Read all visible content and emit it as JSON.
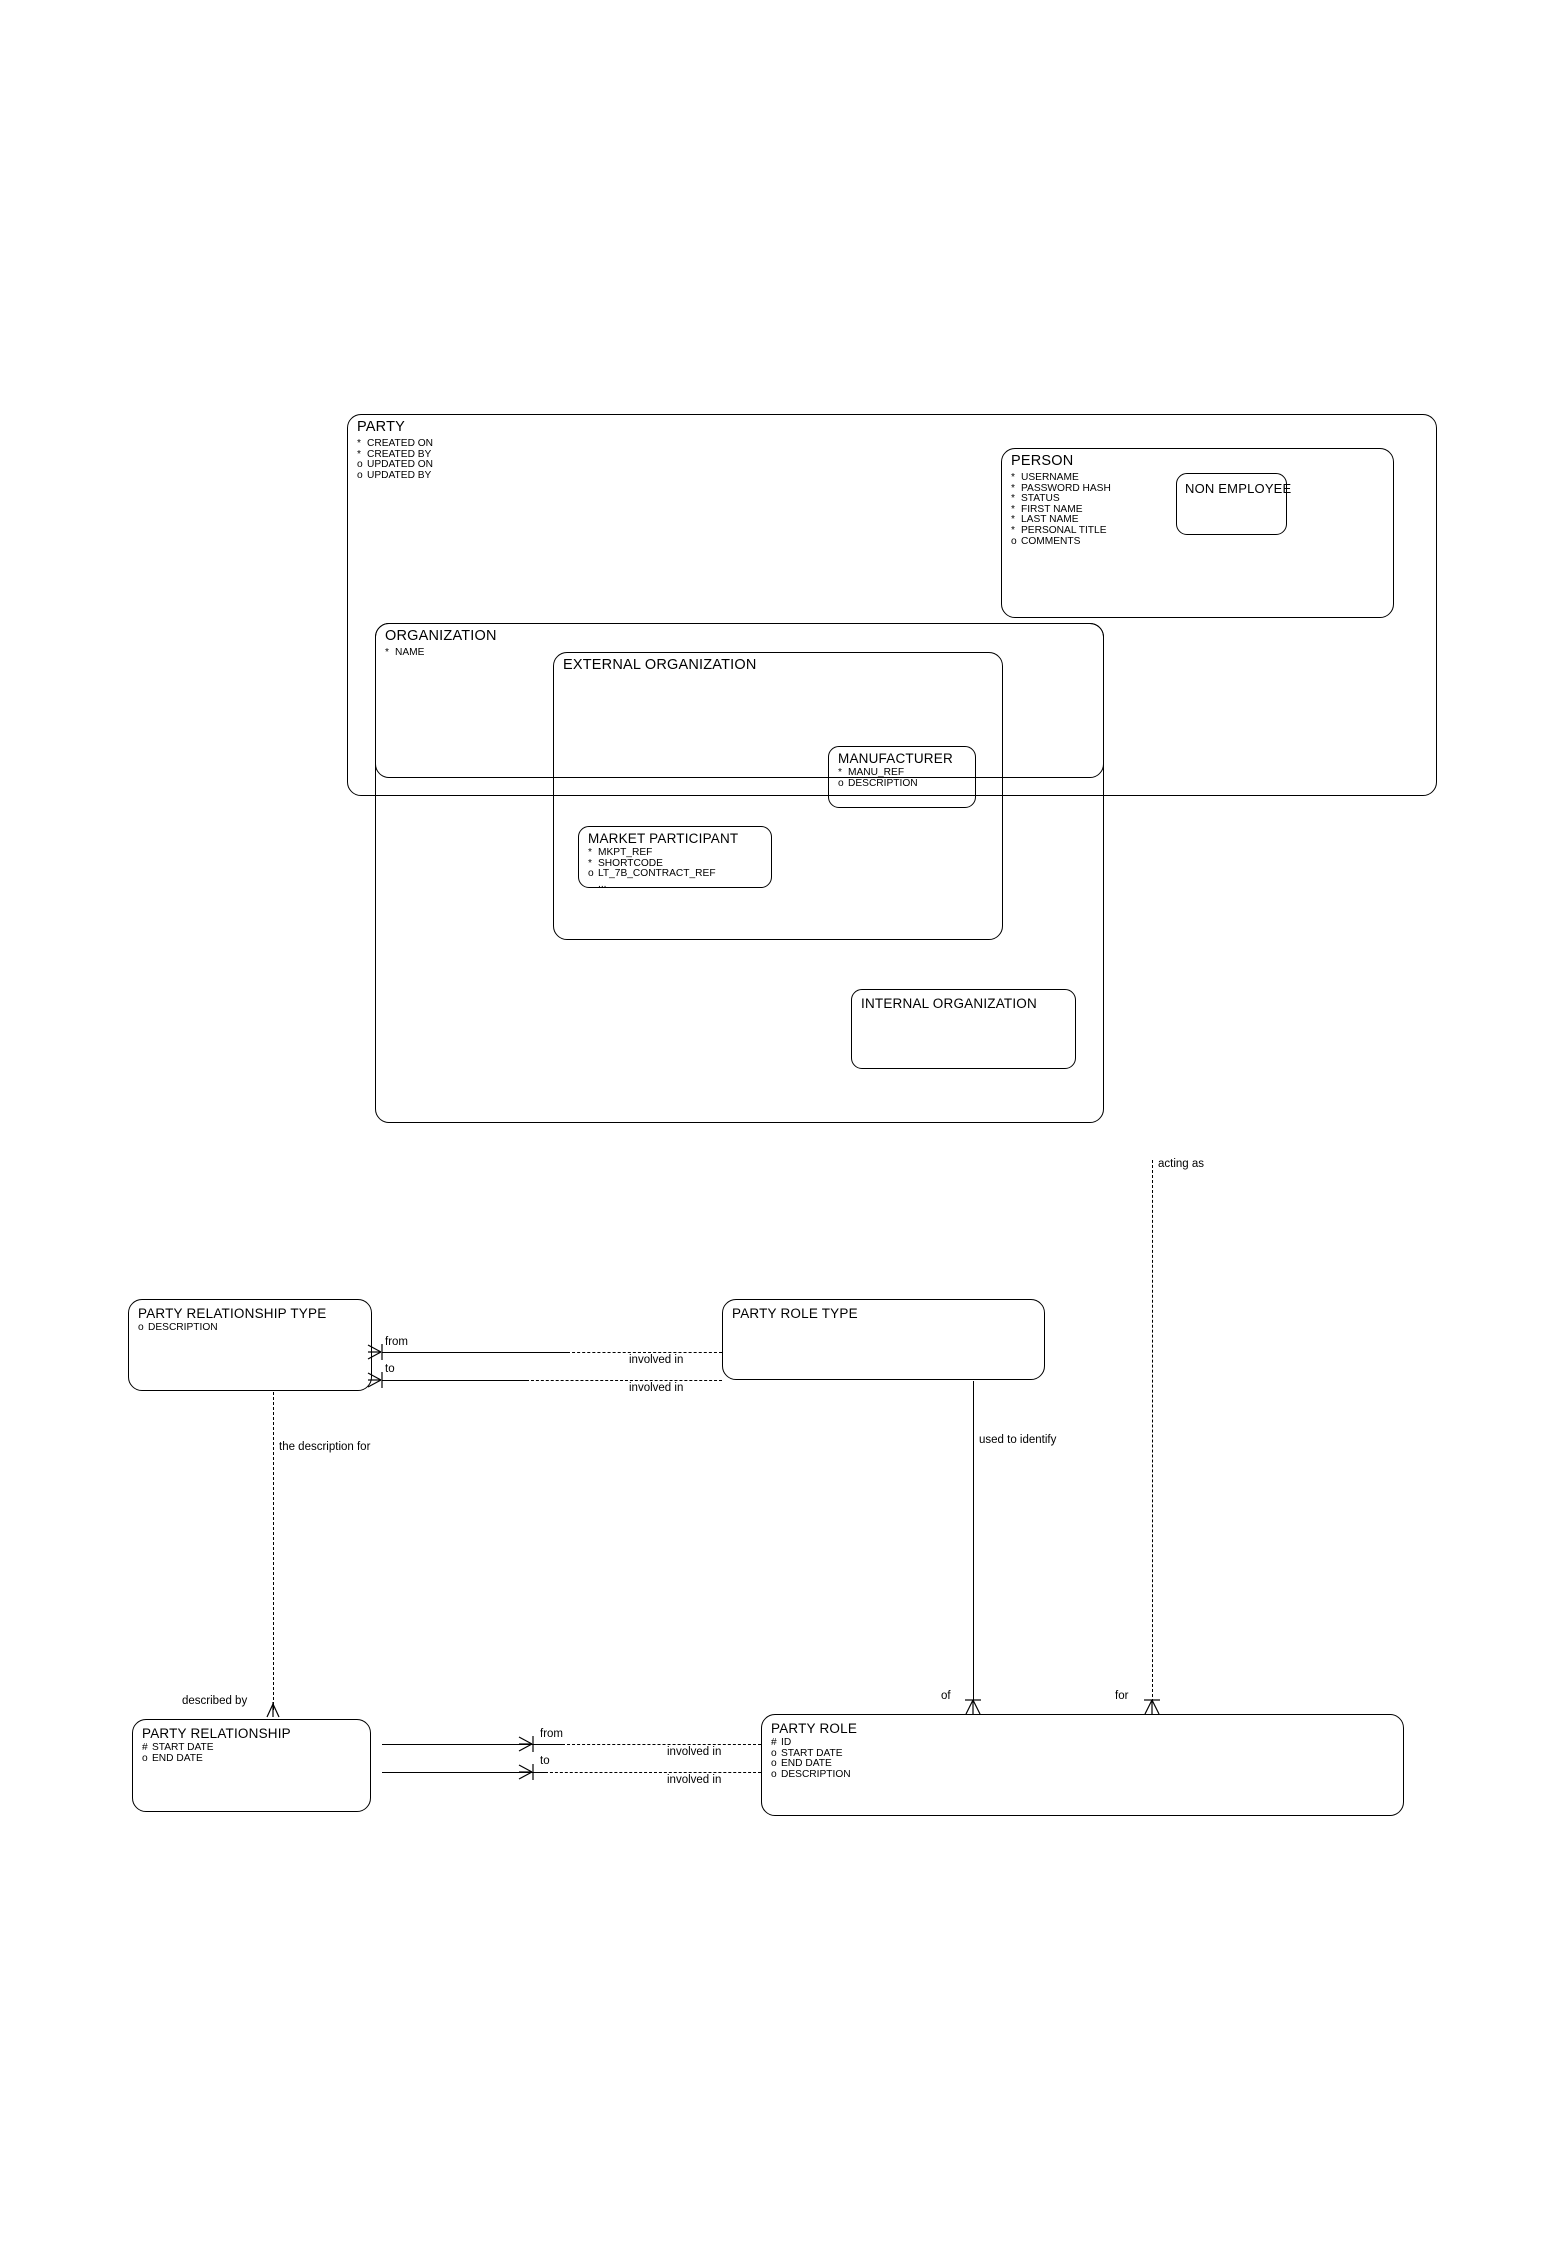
{
  "diagram": {
    "type": "entity-relationship-diagram",
    "notation": "barker",
    "background": "#ffffff",
    "line_color": "#000000"
  },
  "entities": [
    {
      "id": "party",
      "name": "PARTY",
      "attributes": [
        {
          "marker": "*",
          "name": "CREATED ON"
        },
        {
          "marker": "*",
          "name": "CREATED BY"
        },
        {
          "marker": "o",
          "name": "UPDATED ON"
        },
        {
          "marker": "o",
          "name": "UPDATED BY"
        }
      ]
    },
    {
      "id": "person",
      "name": "PERSON",
      "attributes": [
        {
          "marker": "*",
          "name": "USERNAME"
        },
        {
          "marker": "*",
          "name": "PASSWORD HASH"
        },
        {
          "marker": "*",
          "name": "STATUS"
        },
        {
          "marker": "*",
          "name": "FIRST NAME"
        },
        {
          "marker": "*",
          "name": "LAST NAME"
        },
        {
          "marker": "*",
          "name": "PERSONAL TITLE"
        },
        {
          "marker": "o",
          "name": "COMMENTS"
        }
      ]
    },
    {
      "id": "non-employee",
      "name": "NON EMPLOYEE",
      "attributes": []
    },
    {
      "id": "organization",
      "name": "ORGANIZATION",
      "attributes": [
        {
          "marker": "*",
          "name": "NAME"
        }
      ]
    },
    {
      "id": "external-organization",
      "name": "EXTERNAL ORGANIZATION",
      "attributes": []
    },
    {
      "id": "manufacturer",
      "name": "MANUFACTURER",
      "attributes": [
        {
          "marker": "*",
          "name": "MANU_REF"
        },
        {
          "marker": "o",
          "name": "DESCRIPTION"
        }
      ]
    },
    {
      "id": "market-participant",
      "name": "MARKET PARTICIPANT",
      "attributes": [
        {
          "marker": "*",
          "name": "MKPT_REF"
        },
        {
          "marker": "*",
          "name": "SHORTCODE"
        },
        {
          "marker": "o",
          "name": "LT_7B_CONTRACT_REF"
        },
        {
          "marker": "",
          "name": "..."
        }
      ]
    },
    {
      "id": "internal-organization",
      "name": "INTERNAL ORGANIZATION",
      "attributes": []
    },
    {
      "id": "party-relationship-type",
      "name": "PARTY RELATIONSHIP TYPE",
      "attributes": [
        {
          "marker": "o",
          "name": "DESCRIPTION"
        }
      ]
    },
    {
      "id": "party-role-type",
      "name": "PARTY ROLE TYPE",
      "attributes": []
    },
    {
      "id": "party-relationship",
      "name": "PARTY RELATIONSHIP",
      "attributes": [
        {
          "marker": "#",
          "name": "START DATE"
        },
        {
          "marker": "o",
          "name": "END DATE"
        }
      ]
    },
    {
      "id": "party-role",
      "name": "PARTY ROLE",
      "attributes": [
        {
          "marker": "#",
          "name": "ID"
        },
        {
          "marker": "o",
          "name": "START DATE"
        },
        {
          "marker": "o",
          "name": "END DATE"
        },
        {
          "marker": "o",
          "name": "DESCRIPTION"
        }
      ]
    }
  ],
  "relationship_labels": {
    "acting_as": "acting as",
    "the_description_for": "the description for",
    "used_to_identify": "used to identify",
    "described_by": "described by",
    "of": "of",
    "for": "for",
    "prt_from": "from",
    "prt_to": "to",
    "prt_involved_in_1": "involved in",
    "prt_involved_in_2": "involved in",
    "pr_from": "from",
    "pr_to": "to",
    "pr_involved_in_1": "involved in",
    "pr_involved_in_2": "involved in"
  }
}
